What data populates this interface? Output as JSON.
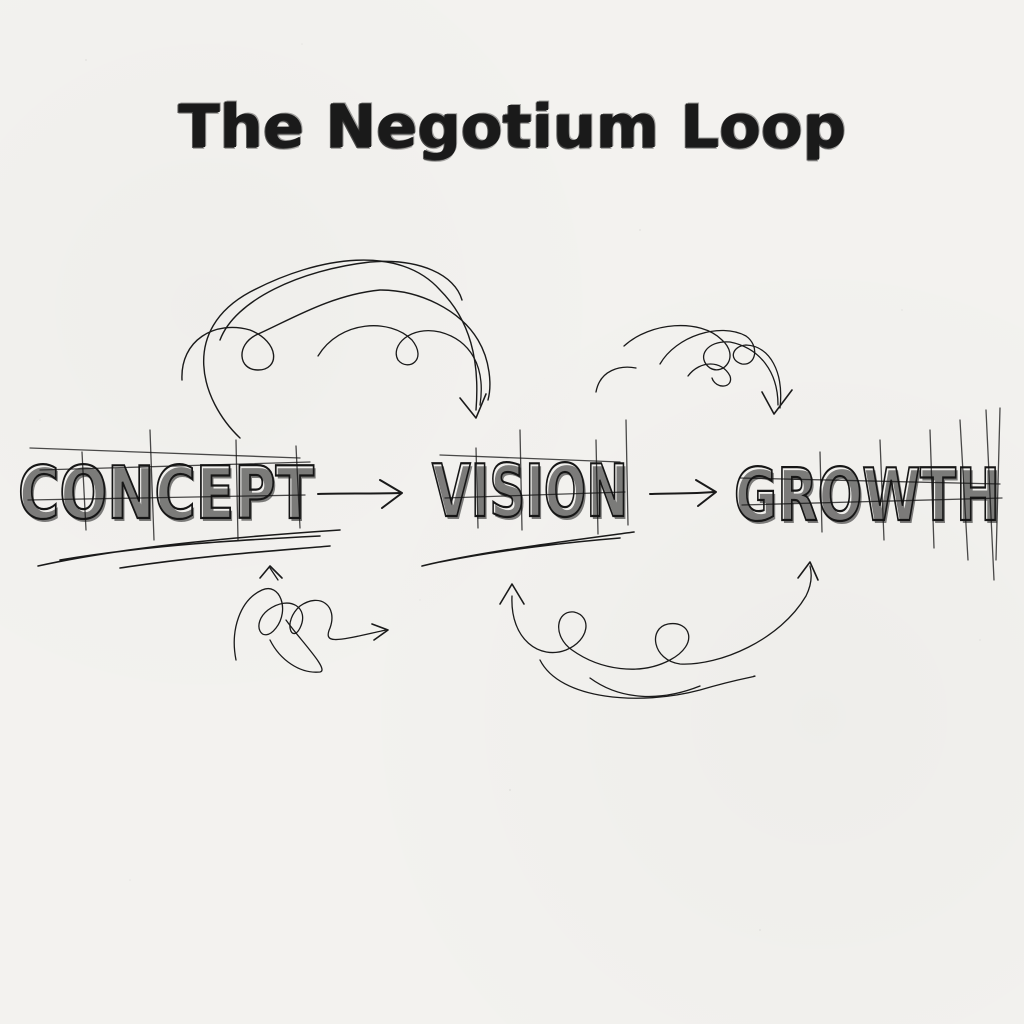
{
  "title": "The Negotium Loop",
  "nodes": [
    {
      "id": "concept",
      "label": "CONCEPT"
    },
    {
      "id": "vision",
      "label": "VISION"
    },
    {
      "id": "growth",
      "label": "GROWTH"
    }
  ],
  "edges": [
    {
      "from": "concept",
      "to": "vision"
    },
    {
      "from": "vision",
      "to": "growth"
    }
  ],
  "colors": {
    "ink": "#1a1a1a",
    "paper": "#f3f2ef"
  }
}
